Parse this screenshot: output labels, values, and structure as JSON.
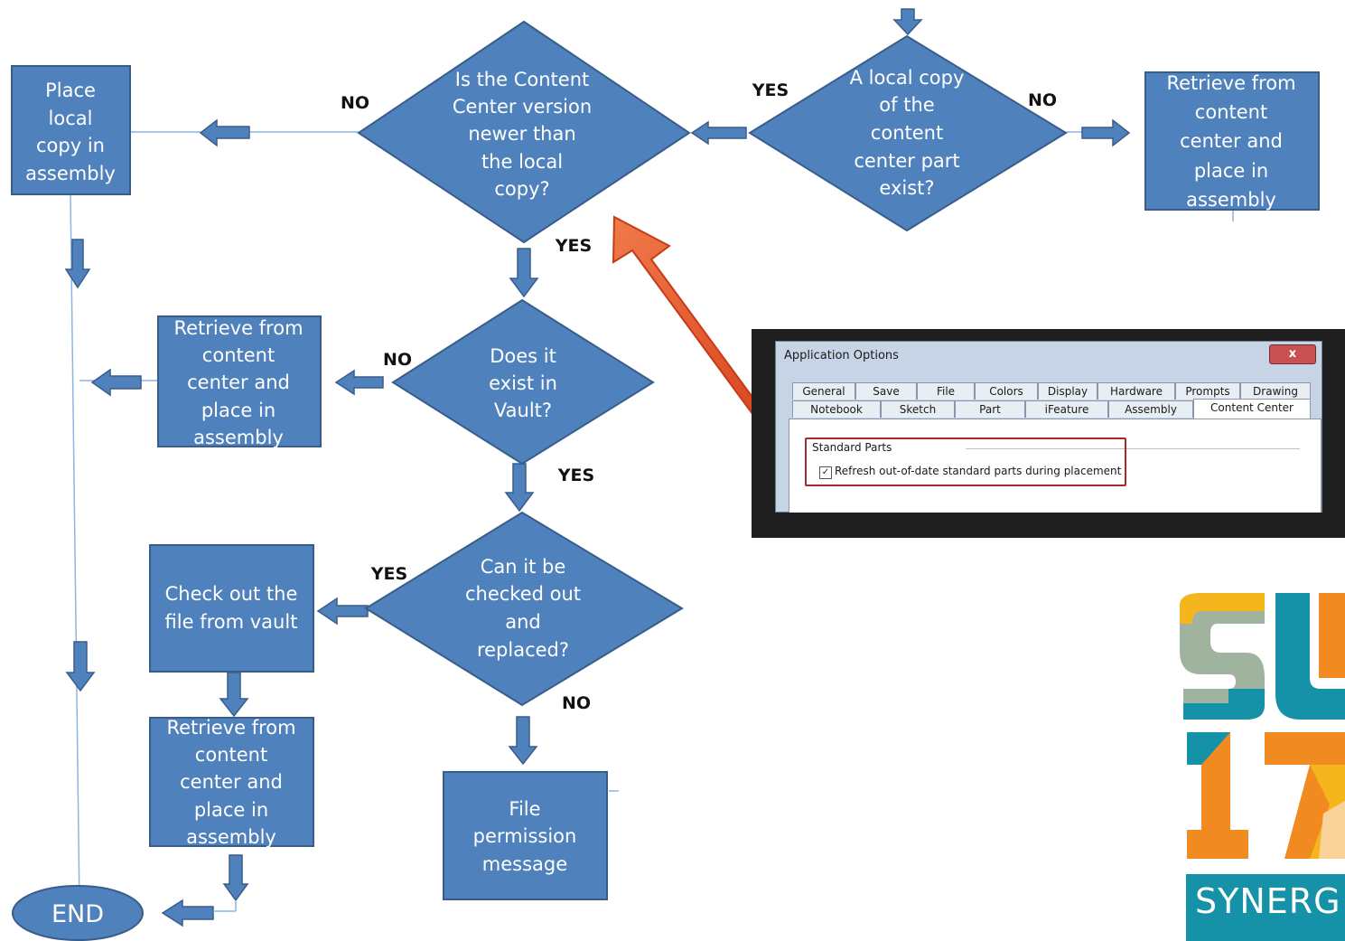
{
  "flowchart": {
    "nodes": {
      "place_local": [
        "Place",
        "local",
        "copy in",
        "assembly"
      ],
      "is_newer": [
        "Is the Content",
        "Center version",
        "newer than",
        "the local",
        "copy?"
      ],
      "local_exists": [
        "A local copy",
        "of the",
        "content",
        "center part",
        "exist?"
      ],
      "retrieve_top": [
        "Retrieve from",
        "content",
        "center and",
        "place in",
        "assembly"
      ],
      "exist_vault": [
        "Does it",
        "exist in",
        "Vault?"
      ],
      "retrieve_mid": [
        "Retrieve from",
        "content",
        "center and",
        "place in",
        "assembly"
      ],
      "can_checkout": [
        "Can it be",
        "checked out",
        "and",
        "replaced?"
      ],
      "check_out": [
        "Check out the",
        "file from vault"
      ],
      "retrieve_bottom": [
        "Retrieve from",
        "content",
        "center and",
        "place in",
        "assembly"
      ],
      "file_permission": [
        "File",
        "permission",
        "message"
      ],
      "end": [
        "END"
      ]
    },
    "labels": {
      "no_is_newer": "NO",
      "yes_local_exists": "YES",
      "no_local_exists": "NO",
      "yes_is_newer": "YES",
      "no_exist_vault": "NO",
      "yes_exist_vault": "YES",
      "yes_can_checkout": "YES",
      "no_can_checkout": "NO"
    }
  },
  "dialog": {
    "title": "Application Options",
    "close_glyph": "x",
    "tabs_row1": [
      "General",
      "Save",
      "File",
      "Colors",
      "Display",
      "Hardware",
      "Prompts",
      "Drawing"
    ],
    "tabs_row2": [
      "Notebook",
      "Sketch",
      "Part",
      "iFeature",
      "Assembly",
      "Content Center"
    ],
    "active_tab": "Content Center",
    "group_label": "Standard Parts",
    "checkbox_label": "Refresh out-of-date standard parts during placement",
    "checkbox_checked": true,
    "checkbox_glyph": "✓"
  },
  "logo": {
    "word": "SYNERG",
    "colors": {
      "orange": "#f18a21",
      "sage": "#9fb39e",
      "teal": "#1592a8",
      "yellow": "#f5b51c"
    }
  },
  "colors": {
    "node_fill": "#4f81bd",
    "node_stroke": "#385d8a",
    "highlight_arrow": "#e8552b"
  }
}
